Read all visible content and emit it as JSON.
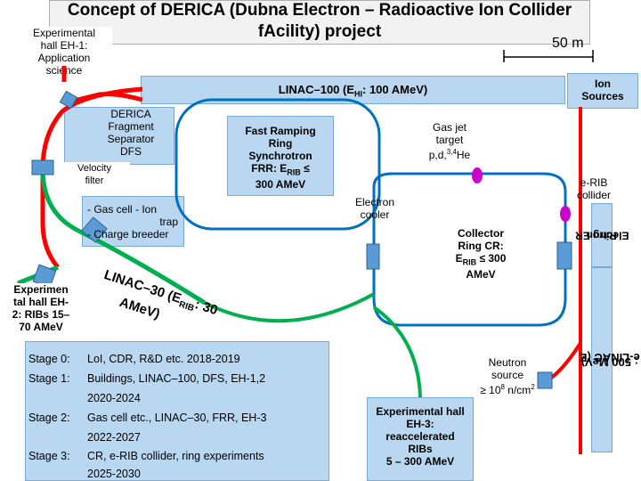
{
  "title": {
    "line1": "Concept of DERICA (Dubna Electron – Radioactive Ion Collider",
    "line2": "fAcility) project"
  },
  "scale_bar": {
    "label": "50 m"
  },
  "labels": {
    "eh1": [
      "Experimental",
      "hall EH-1:",
      "Application",
      "science"
    ],
    "linac100": "LINAC–100 (E",
    "linac100_sub": "HI",
    "linac100_tail": ": 100 AMeV)",
    "ion_sources": [
      "Ion",
      "Sources"
    ],
    "derica_fs": [
      "DERICA",
      "Fragment",
      "Separator",
      "DFS"
    ],
    "velocity_filter": [
      "Velocity",
      "filter"
    ],
    "ffr": [
      "Fast Ramping",
      "Ring",
      "Synchrotron",
      "FRR: E",
      "RIB",
      " ≤",
      "300 AMeV"
    ],
    "gas_jet": [
      "Gas jet",
      "target",
      "p,d,",
      "3,4",
      "He"
    ],
    "erib_collider": [
      "e-RIB",
      "collider"
    ],
    "electron_cooler": [
      "Electron",
      "cooler"
    ],
    "gas_cell": [
      "- Gas cell  - Ion",
      "trap",
      "- Charge breeder"
    ],
    "linac30": [
      "LINAC–30 (E",
      "RIB",
      ": 30",
      "AMeV)"
    ],
    "eh2": [
      "Experimen",
      "tal hall EH-",
      "2: RIBs 15–",
      "70 AMeV"
    ],
    "collector": [
      "Collector",
      "Ring CR:",
      "E",
      "RIB",
      " ≤ 300",
      "AMeV"
    ],
    "er": [
      "Electron",
      "Ring ER"
    ],
    "elinac": [
      "e-LINAC (E",
      "e",
      ": 500 MeV)"
    ],
    "neutron": [
      "Neutron",
      "source",
      "≥ 10",
      "8",
      " n/cm",
      "2"
    ],
    "eh3": [
      "Experimental hall",
      "EH-3:",
      "reaccelerated",
      "RIBs",
      "5 – 300 AMeV"
    ]
  },
  "stages": [
    {
      "key": "Stage 0:",
      "text": "LoI, CDR, R&D etc.  2018-2019",
      "years": ""
    },
    {
      "key": "Stage 1:",
      "text": "Buildings, LINAC–100, DFS, EH-1,2",
      "years": "2020-2024"
    },
    {
      "key": "Stage 2:",
      "text": "Gas cell etc., LINAC–30, FRR, EH-3",
      "years": "2022-2027"
    },
    {
      "key": "Stage 3:",
      "text": "CR, e-RIB collider, ring experiments",
      "years": "2025-2030"
    }
  ],
  "colors": {
    "beamline_red": "#ff0000",
    "beamline_green": "#00b050",
    "ring_blue": "#0070c0",
    "box_fill": "#b9d7f0",
    "magnet_fill": "#5b9bd5",
    "target_fill": "#cc00cc"
  }
}
